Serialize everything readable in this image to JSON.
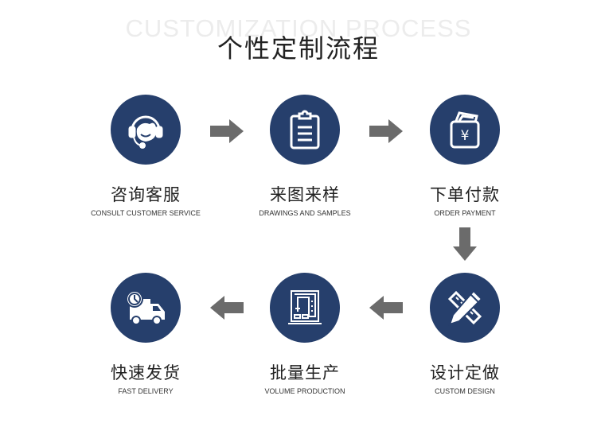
{
  "watermark": "CUSTOMIZATION PROCESS",
  "title": "个性定制流程",
  "colors": {
    "circle": "#263f6c",
    "arrow": "#6b6b6b"
  },
  "steps": [
    {
      "cn": "咨询客服",
      "en": "CONSULT CUSTOMER SERVICE",
      "icon": "headset-icon"
    },
    {
      "cn": "来图来样",
      "en": "DRAWINGS AND SAMPLES",
      "icon": "clipboard-icon"
    },
    {
      "cn": "下单付款",
      "en": "ORDER PAYMENT",
      "icon": "wallet-yuan-icon"
    },
    {
      "cn": "设计定做",
      "en": "CUSTOM DESIGN",
      "icon": "pencil-ruler-icon"
    },
    {
      "cn": "批量生产",
      "en": "VOLUME PRODUCTION",
      "icon": "machine-icon"
    },
    {
      "cn": "快速发货",
      "en": "FAST DELIVERY",
      "icon": "delivery-truck-icon"
    }
  ]
}
